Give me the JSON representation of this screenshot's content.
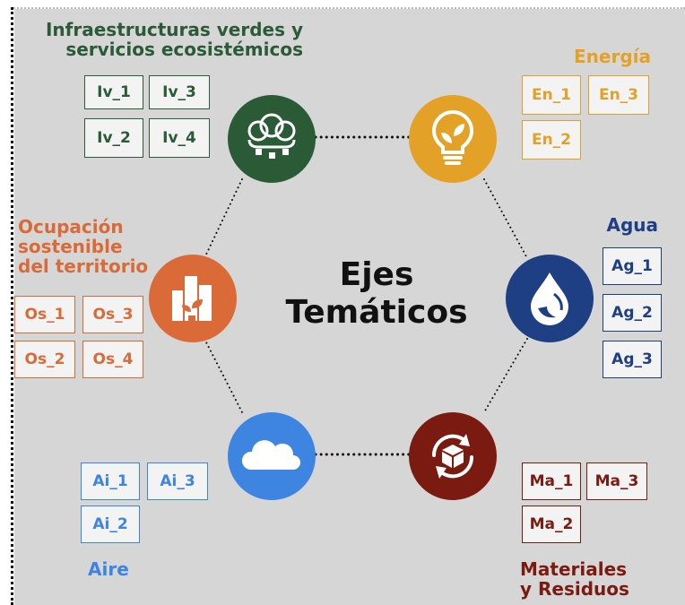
{
  "title": [
    "Ejes",
    "Temáticos"
  ],
  "colors": {
    "green": "#2b5a36",
    "orange": "#e4a128",
    "blue": "#1f3f85",
    "darkred": "#7a1a10",
    "skyblue": "#3d85e1",
    "terracotta": "#da6b38"
  },
  "axes": {
    "infra": {
      "label_lines": [
        "Infraestructuras verdes y",
        "servicios ecosistémicos"
      ],
      "icon": "trees-icon",
      "codes": [
        "Iv_1",
        "Iv_3",
        "Iv_2",
        "Iv_4"
      ]
    },
    "energia": {
      "label_lines": [
        "Energía"
      ],
      "icon": "lightbulb-leaf-icon",
      "codes": [
        "En_1",
        "En_3",
        "En_2"
      ]
    },
    "agua": {
      "label_lines": [
        "Agua"
      ],
      "icon": "water-drop-icon",
      "codes": [
        "Ag_1",
        "Ag_2",
        "Ag_3"
      ]
    },
    "materiales": {
      "label_lines": [
        "Materiales",
        "y Residuos"
      ],
      "icon": "recycle-box-icon",
      "codes": [
        "Ma_1",
        "Ma_3",
        "Ma_2"
      ]
    },
    "aire": {
      "label_lines": [
        "Aire"
      ],
      "icon": "cloud-icon",
      "codes": [
        "Ai_1",
        "Ai_3",
        "Ai_2"
      ]
    },
    "ocupacion": {
      "label_lines": [
        "Ocupación",
        "sostenible",
        "del territorio"
      ],
      "icon": "city-plant-icon",
      "codes": [
        "Os_1",
        "Os_3",
        "Os_2",
        "Os_4"
      ]
    }
  }
}
